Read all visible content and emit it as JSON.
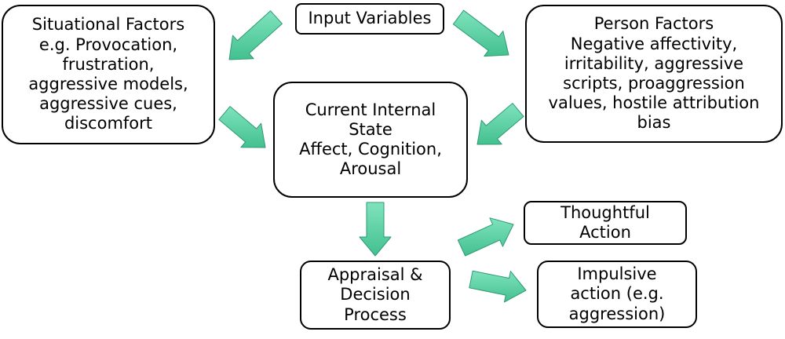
{
  "diagram": {
    "input_variables": "Input Variables",
    "situational_factors": "Situational Factors\ne.g. Provocation,\nfrustration,\naggressive models,\naggressive cues,\ndiscomfort",
    "person_factors": "Person Factors\nNegative affectivity,\nirritability, aggressive\nscripts, proaggression\nvalues, hostile attribution\nbias",
    "current_internal_state": "Current Internal\nState\nAffect, Cognition,\nArousal",
    "appraisal_decision": "Appraisal &\nDecision\nProcess",
    "thoughtful_action": "Thoughtful\nAction",
    "impulsive_action": "Impulsive\naction (e.g.\naggression)"
  },
  "colors": {
    "arrow_fill": "#5fd3a8",
    "arrow_stroke": "#2f9a74",
    "box_border": "#000000"
  }
}
